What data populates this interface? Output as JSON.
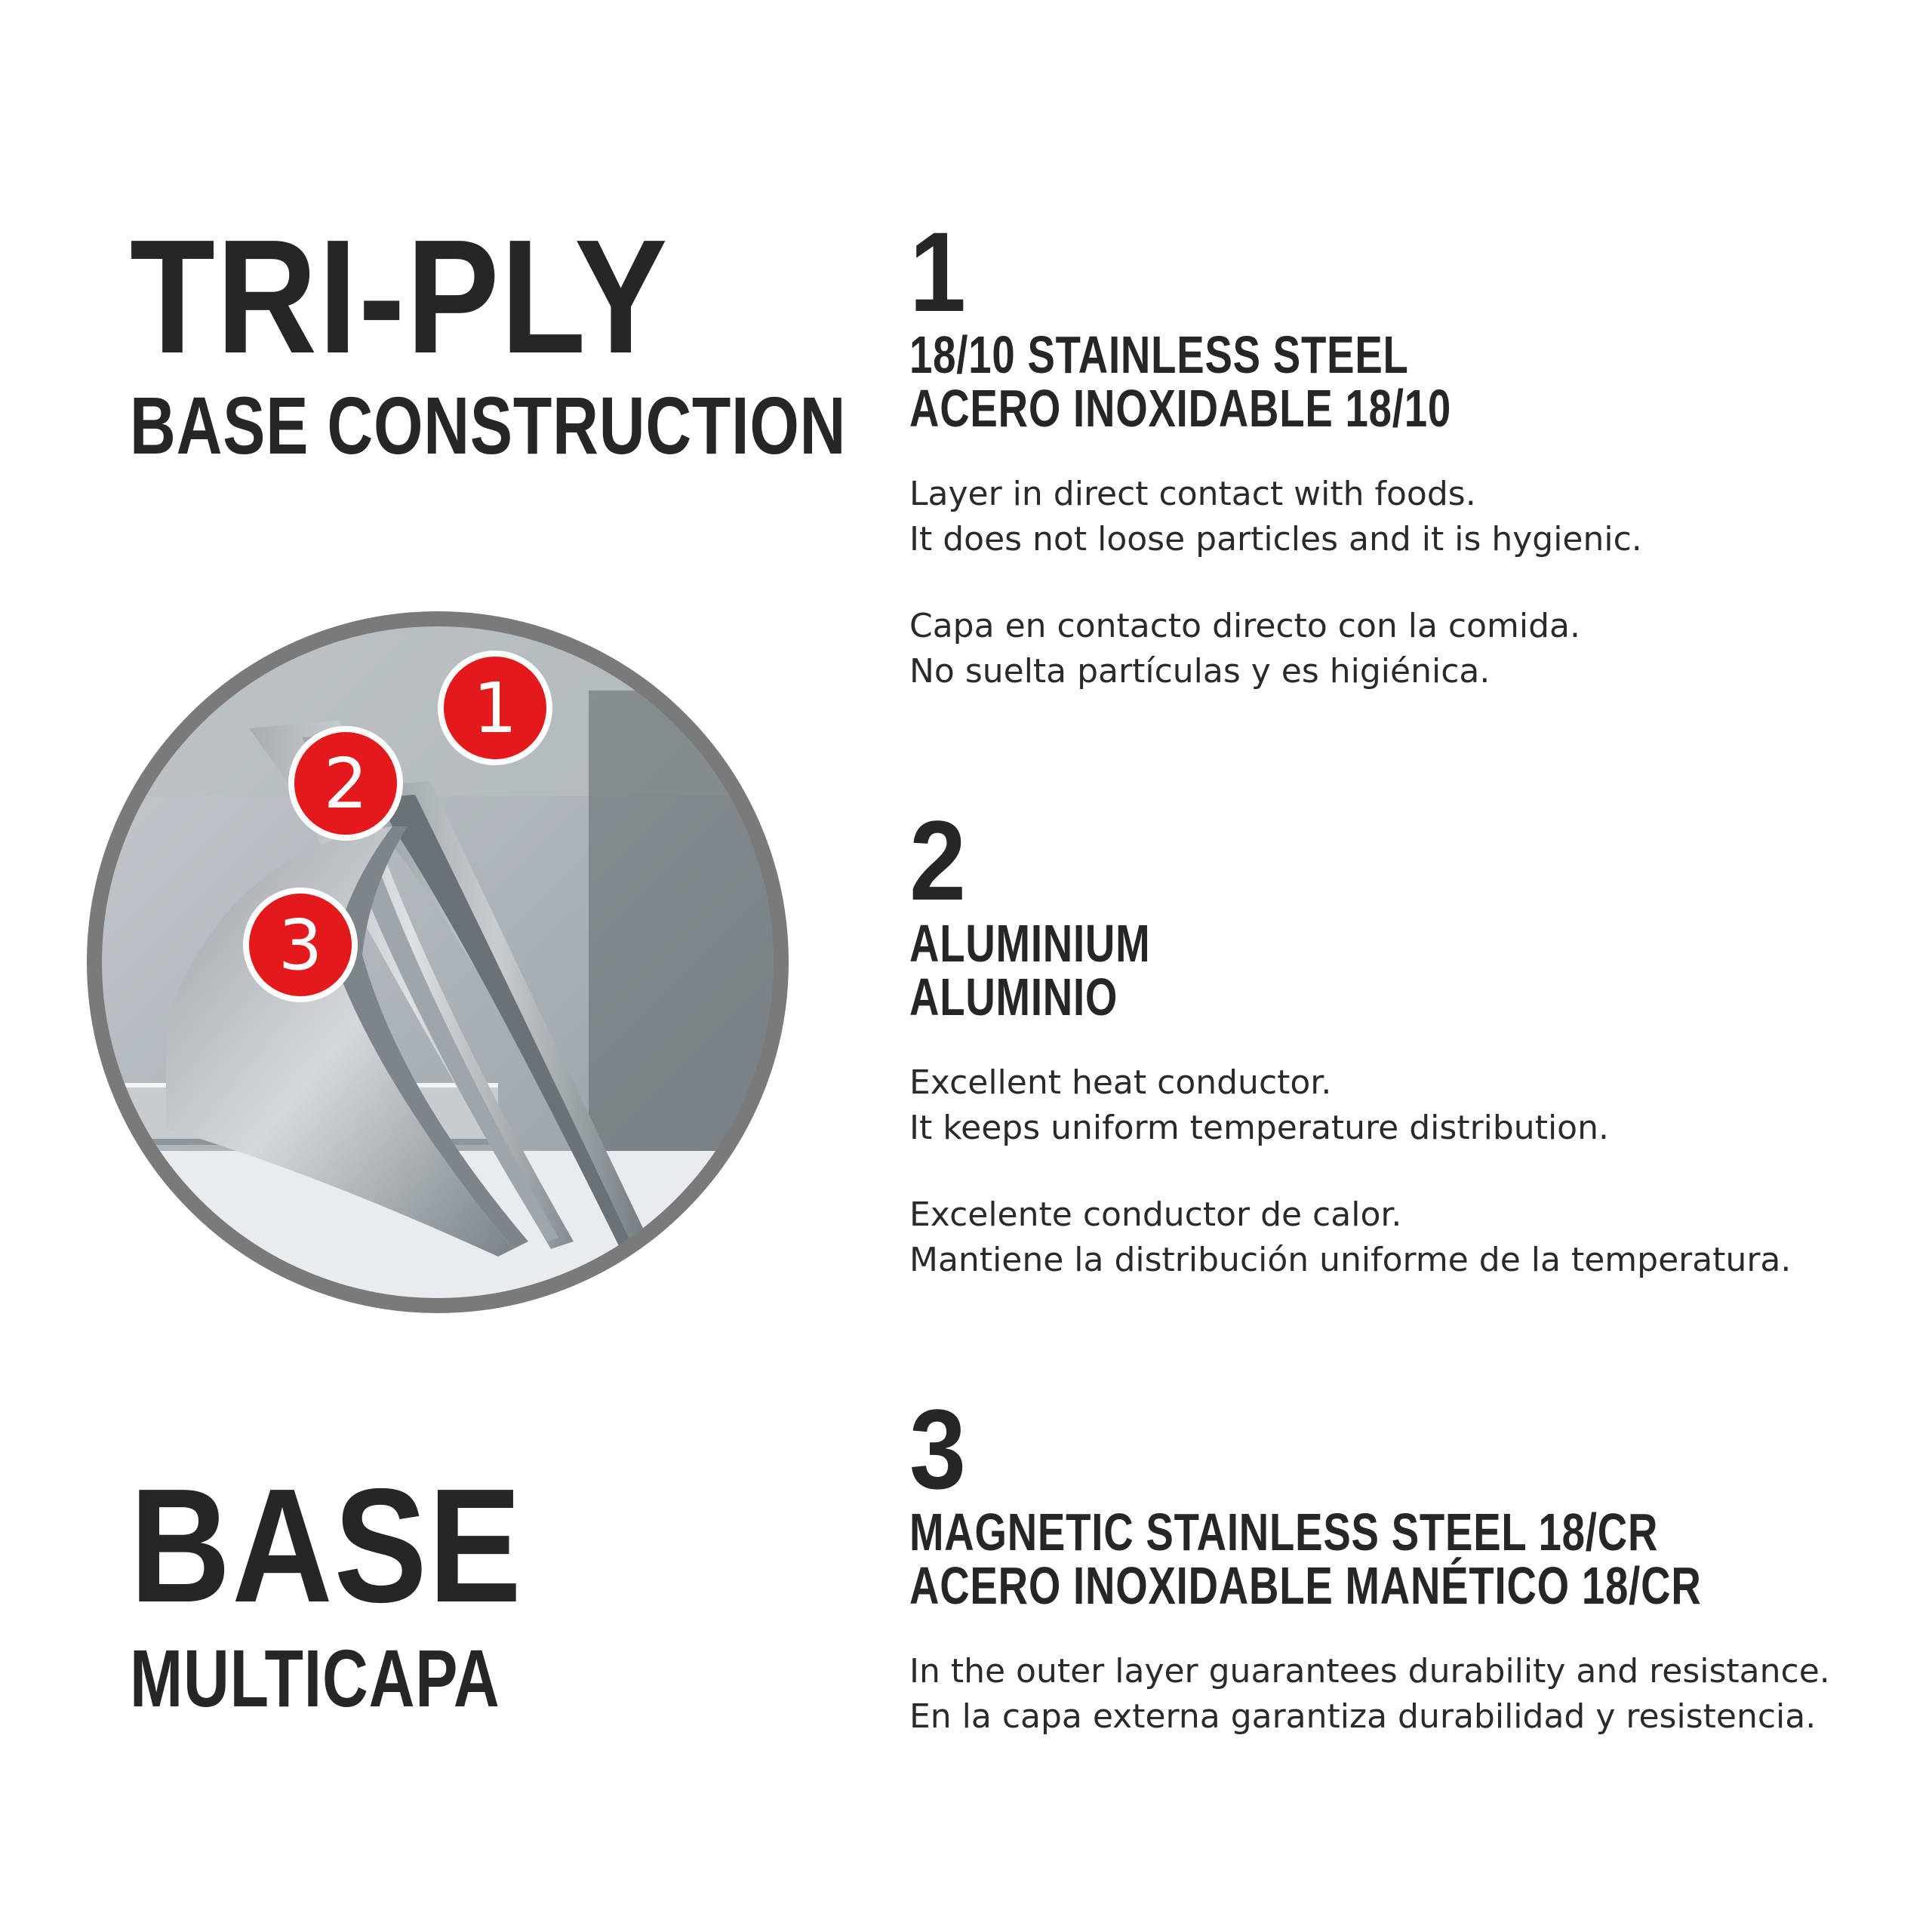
{
  "left": {
    "title_main": "TRI-PLY",
    "title_sub": "BASE CONSTRUCTION",
    "base_main": "BASE",
    "base_sub": "MULTICAPA"
  },
  "illustration": {
    "badges": [
      "1",
      "2",
      "3"
    ],
    "badge_color": "#e3191b",
    "ring_color": "#7a7a7a"
  },
  "layers": [
    {
      "number": "1",
      "heading_en": "18/10 STAINLESS STEEL",
      "heading_es": "ACERO INOXIDABLE 18/10",
      "en": [
        "Layer in direct contact with foods.",
        "It does not loose particles and it is hygienic."
      ],
      "es": [
        "Capa en contacto directo con la comida.",
        "No suelta partículas y es higiénica."
      ]
    },
    {
      "number": "2",
      "heading_en": "ALUMINIUM",
      "heading_es": "ALUMINIO",
      "en": [
        "Excellent heat conductor.",
        "It keeps uniform temperature distribution."
      ],
      "es": [
        "Excelente conductor de calor.",
        "Mantiene la distribución uniforme de la temperatura."
      ]
    },
    {
      "number": "3",
      "heading_en": "MAGNETIC STAINLESS STEEL 18/CR",
      "heading_es": "ACERO INOXIDABLE MANÉTICO 18/CR",
      "en": [
        "In the outer layer guarantees durability and resistance.",
        "En la capa externa garantiza durabilidad y resistencia."
      ]
    }
  ]
}
